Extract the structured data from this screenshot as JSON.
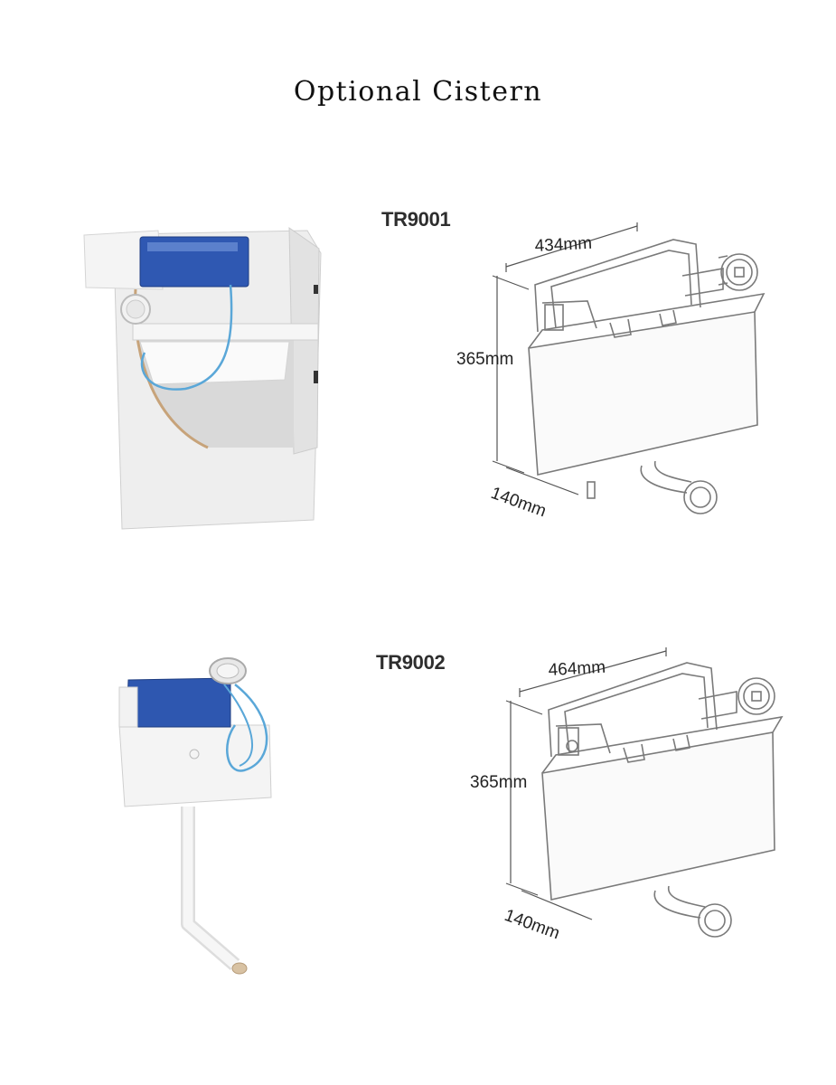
{
  "page": {
    "title": "Optional Cistern"
  },
  "products": [
    {
      "code": "TR9001",
      "dimensions": {
        "width": "434mm",
        "height": "365mm",
        "depth": "140mm"
      }
    },
    {
      "code": "TR9002",
      "dimensions": {
        "width": "464mm",
        "height": "365mm",
        "depth": "140mm"
      }
    }
  ]
}
